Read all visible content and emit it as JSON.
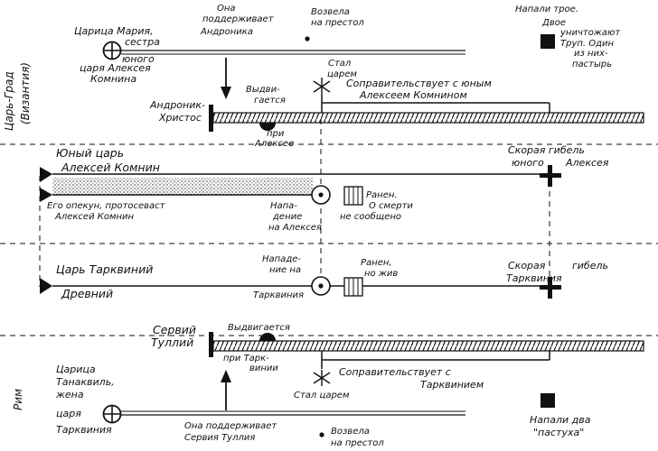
{
  "side_labels": {
    "top": [
      "Царь-Град",
      "(Византия)"
    ],
    "bottom": "Рим"
  },
  "top": {
    "empress": [
      "Царица Мария,",
      "сестра",
      "юного",
      "царя Алексея",
      "Комнина"
    ],
    "supports": [
      "Она",
      "поддерживает",
      "Андроника"
    ],
    "enthroned": [
      "Возвела",
      "на престол"
    ],
    "became_tsar": [
      "Стал",
      "царем"
    ],
    "attacked": [
      "Напали трое.",
      "Двое",
      "уничтожают",
      "Труп. Один",
      "из них-",
      "пастырь"
    ],
    "andronicus": [
      "Андроник-",
      "Христос"
    ],
    "rises": [
      "Выдви-",
      "гается"
    ],
    "under": [
      "при",
      "Алексее"
    ],
    "corule": [
      "Соправительствует с юным",
      "Алексеем Комнином"
    ]
  },
  "mid_alexei": {
    "name": [
      "Юный царь",
      "Алексей Комнин"
    ],
    "death": [
      "Скорая гибель",
      "юного",
      "Алексея"
    ],
    "guardian": [
      "Его опекун, протосеваст",
      "Алексей Комнин"
    ],
    "attack": [
      "Напа-",
      "дение",
      "на Алексея"
    ],
    "wounded": [
      "Ранен.",
      "О смерти",
      "не сообщено"
    ]
  },
  "mid_tarquin": {
    "name": [
      "Царь Тарквиний",
      "Древний"
    ],
    "attack": [
      "Нападе-",
      "ние на",
      "Тарквиния"
    ],
    "wounded": [
      "Ранен,",
      "но жив"
    ],
    "death": [
      "Скорая",
      "гибель",
      "Тарквиния"
    ]
  },
  "bottom": {
    "servius": [
      "Сервий",
      "Туллий"
    ],
    "rises": "Выдвигается",
    "under": [
      "при Тарк-",
      "винии"
    ],
    "corule": [
      "Соправительствует с",
      "Тарквинием"
    ],
    "became_tsar": "Стал царем",
    "empress": [
      "Царица",
      "Танаквиль,",
      "жена",
      "царя",
      "Тарквиния"
    ],
    "supports": [
      "Она поддерживает",
      "Сервия Туллия"
    ],
    "enthroned": [
      "Возвела",
      "на престол"
    ],
    "attacked": [
      "Напали два",
      "\"пастуха\""
    ]
  }
}
